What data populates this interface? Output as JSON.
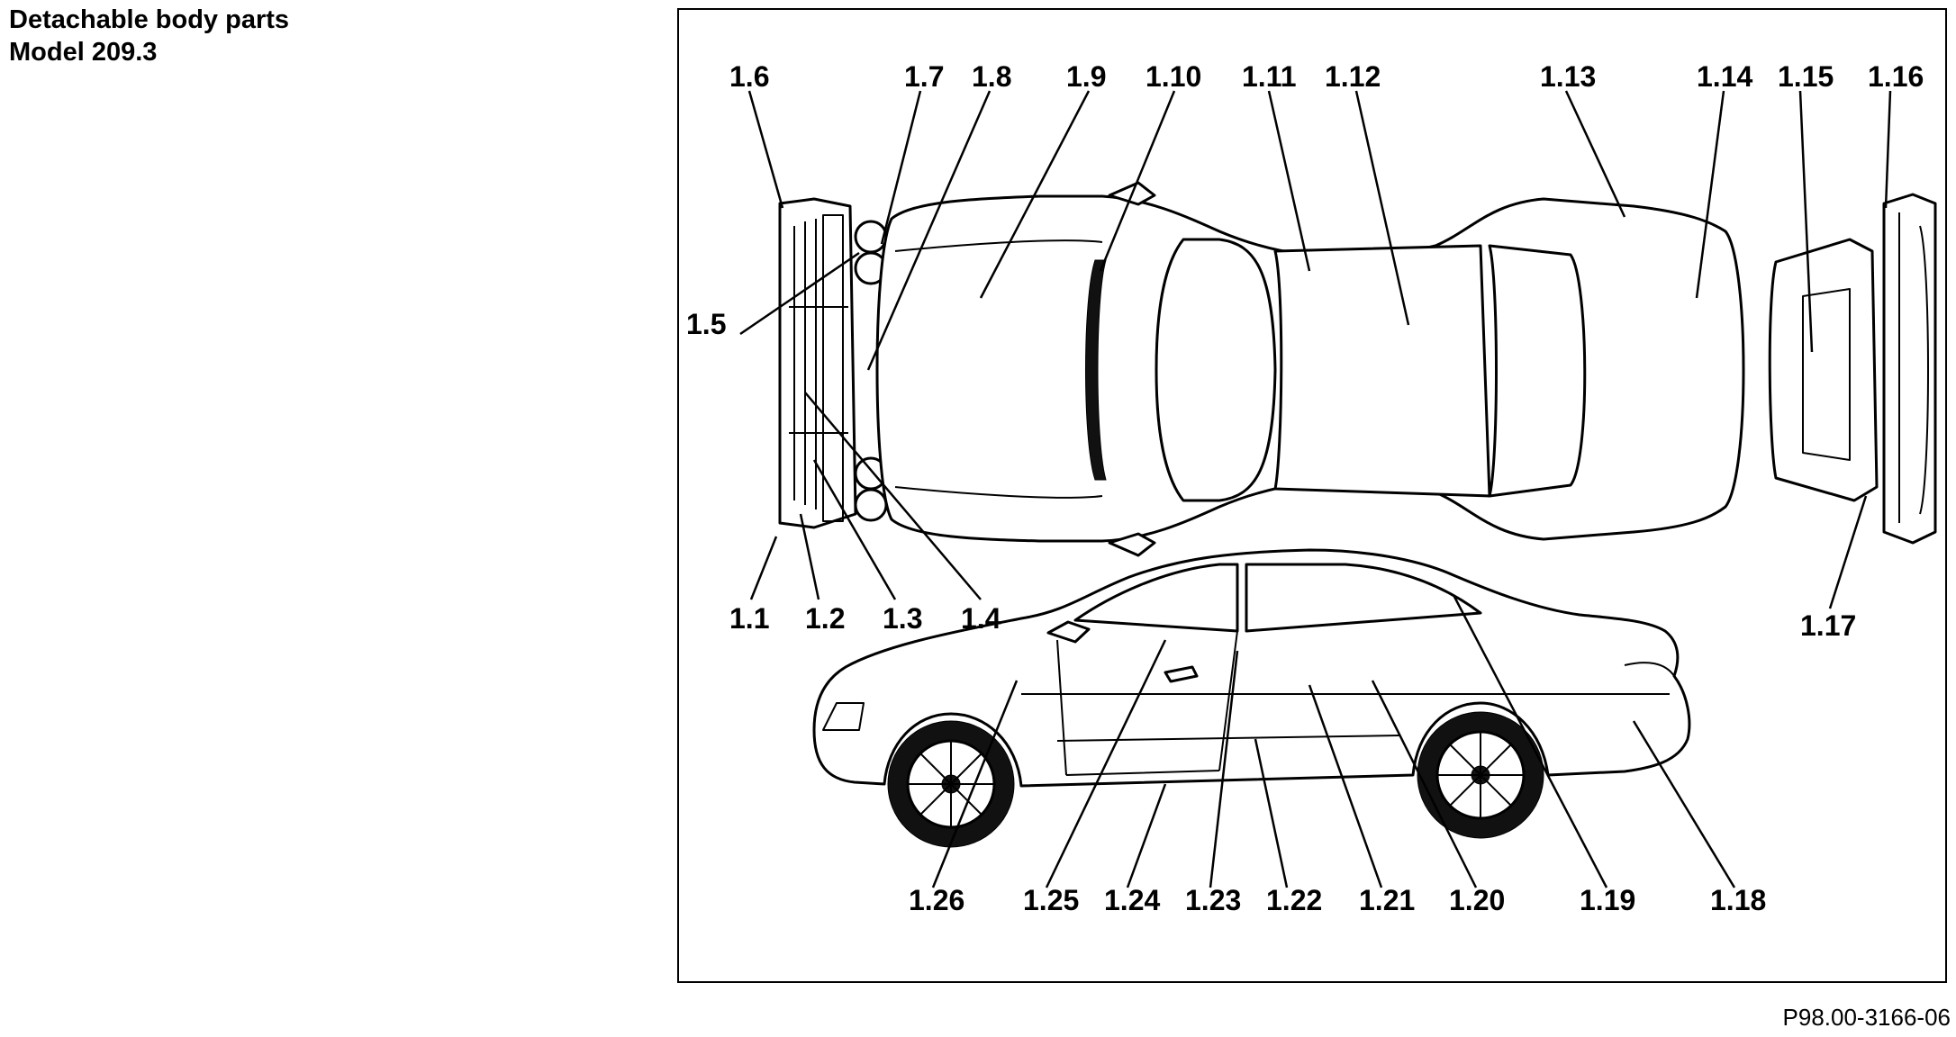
{
  "heading": {
    "line1": "Detachable body parts",
    "line2": "Model 209.3"
  },
  "figure_reference": "P98.00-3166-06",
  "callouts": [
    {
      "id": "1.1",
      "label": "1.1"
    },
    {
      "id": "1.2",
      "label": "1.2"
    },
    {
      "id": "1.3",
      "label": "1.3"
    },
    {
      "id": "1.4",
      "label": "1.4"
    },
    {
      "id": "1.5",
      "label": "1.5"
    },
    {
      "id": "1.6",
      "label": "1.6"
    },
    {
      "id": "1.7",
      "label": "1.7"
    },
    {
      "id": "1.8",
      "label": "1.8"
    },
    {
      "id": "1.9",
      "label": "1.9"
    },
    {
      "id": "1.10",
      "label": "1.10"
    },
    {
      "id": "1.11",
      "label": "1.11"
    },
    {
      "id": "1.12",
      "label": "1.12"
    },
    {
      "id": "1.13",
      "label": "1.13"
    },
    {
      "id": "1.14",
      "label": "1.14"
    },
    {
      "id": "1.15",
      "label": "1.15"
    },
    {
      "id": "1.16",
      "label": "1.16"
    },
    {
      "id": "1.17",
      "label": "1.17"
    },
    {
      "id": "1.18",
      "label": "1.18"
    },
    {
      "id": "1.19",
      "label": "1.19"
    },
    {
      "id": "1.20",
      "label": "1.20"
    },
    {
      "id": "1.21",
      "label": "1.21"
    },
    {
      "id": "1.22",
      "label": "1.22"
    },
    {
      "id": "1.23",
      "label": "1.23"
    },
    {
      "id": "1.24",
      "label": "1.24"
    },
    {
      "id": "1.25",
      "label": "1.25"
    },
    {
      "id": "1.26",
      "label": "1.26"
    }
  ],
  "colors": {
    "ink": "#000000",
    "paper": "#ffffff"
  }
}
